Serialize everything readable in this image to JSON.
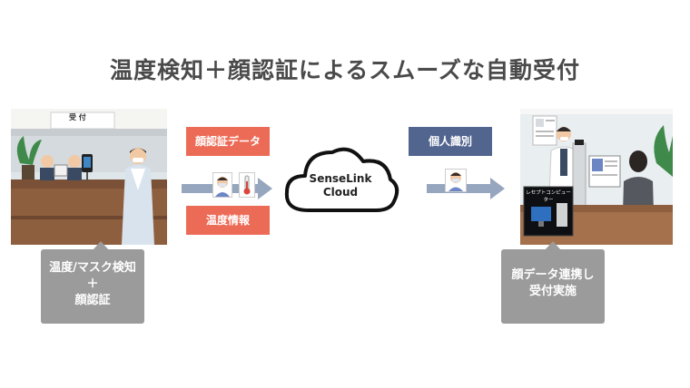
{
  "title": "温度検知＋顔認証によるスムーズな自動受付",
  "left_panel": {
    "sign_text": "受 付",
    "callout_lines": [
      "温度/マスク検知",
      "＋",
      "顔認証"
    ]
  },
  "labels": {
    "face_data": "顔認証データ",
    "temp_info": "温度情報",
    "personal_id": "個人識別"
  },
  "cloud": {
    "line1": "SenseLink",
    "line2": "Cloud"
  },
  "right_panel": {
    "screen_label": "レセプトコンピューター",
    "callout_lines": [
      "顔データ連携し",
      "受付実施"
    ]
  },
  "colors": {
    "red_label": "#ec6b57",
    "blue_label": "#52658f",
    "callout_gray": "#9b9b9b",
    "arrow": "#97a6bf"
  }
}
